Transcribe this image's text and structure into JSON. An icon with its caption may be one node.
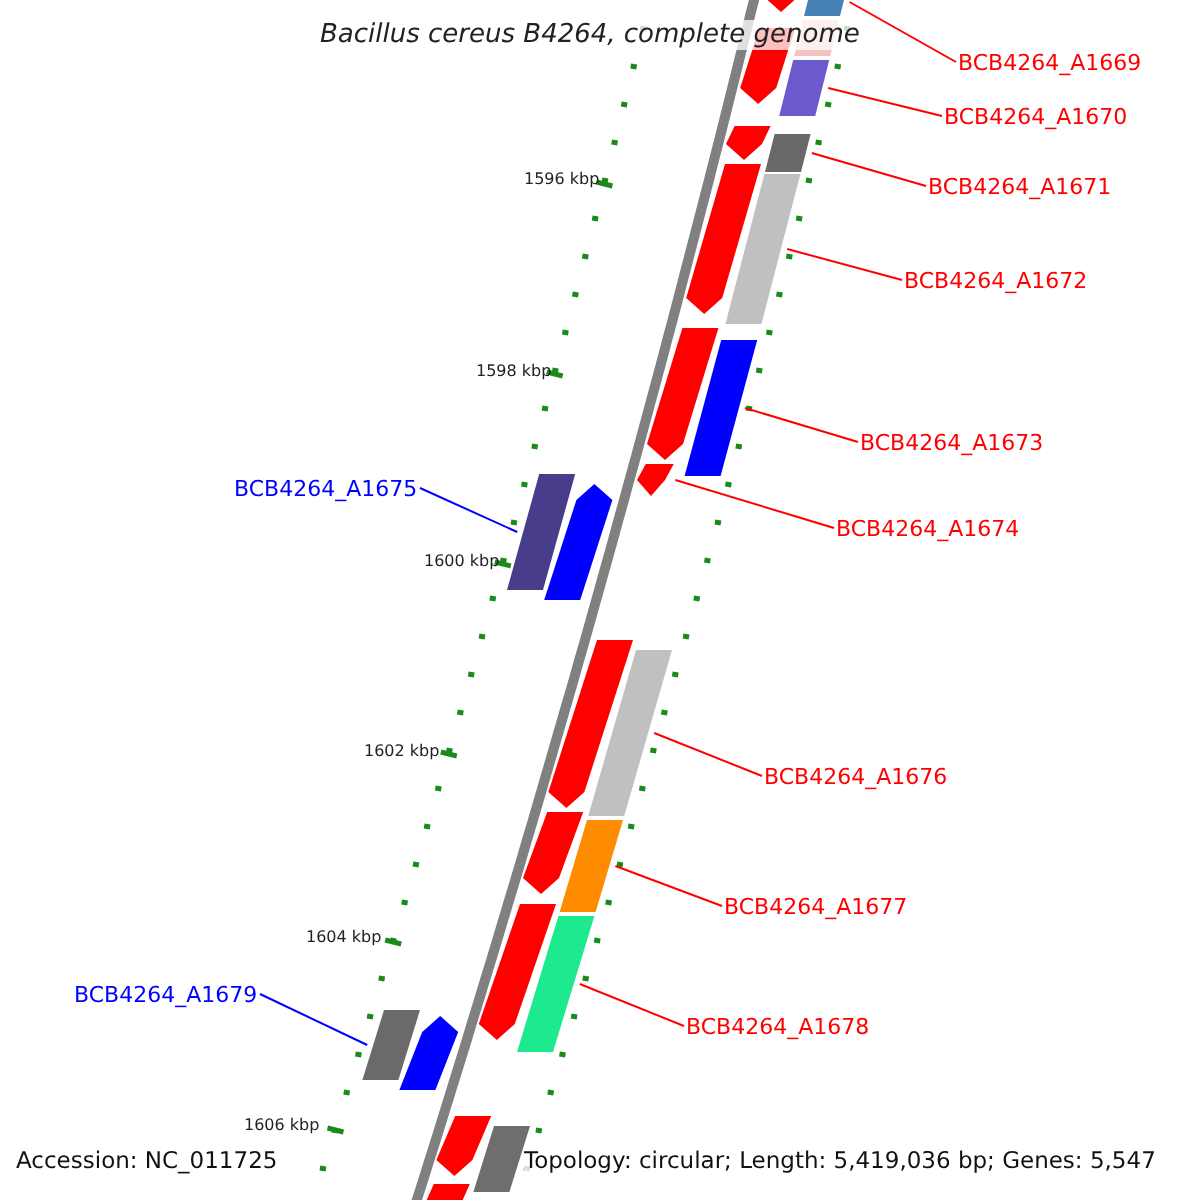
{
  "diagram": {
    "title": "Bacillus cereus B4264, complete genome",
    "nodes": [
      {
        "text": [
          "BCB4264_A1669"
        ]
      },
      {
        "text": [],
        "shape": "bar"
      },
      {
        "text": [
          "BCB4264_A1670"
        ]
      },
      {
        "text": [],
        "shape": "bar"
      },
      {
        "text": [
          "BCB4264_A1671"
        ]
      },
      {
        "text": [],
        "shape": "bar"
      },
      {
        "text": [
          "BCB4264_A1672"
        ]
      },
      {
        "text": [],
        "shape": "bar"
      },
      {
        "text": [
          "BCB4264_A1673"
        ]
      },
      {
        "text": [],
        "shape": "bar"
      },
      {
        "text": [
          "BCB4264_A1674"
        ]
      },
      {
        "text": [],
        "shape": "arrow"
      },
      {
        "text": [
          "BCB4264_A1675"
        ]
      },
      {
        "text": [],
        "shape": "bar"
      },
      {
        "text": [
          "BCB4264_A1676"
        ]
      },
      {
        "text": [],
        "shape": "bar"
      },
      {
        "text": [
          "BCB4264_A1677"
        ]
      },
      {
        "text": [],
        "shape": "bar"
      },
      {
        "text": [
          "BCB4264_A1678"
        ]
      },
      {
        "text": [],
        "shape": "bar"
      },
      {
        "text": [
          "BCB4264_A1679"
        ]
      },
      {
        "text": [],
        "shape": "bar"
      },
      {
        "text": [],
        "shape": "arrow"
      },
      {
        "text": [],
        "shape": "arrow"
      },
      {
        "text": [],
        "shape": "arrow"
      },
      {
        "text": [],
        "shape": "arrow"
      },
      {
        "text": [],
        "shape": "arrow"
      },
      {
        "text": [],
        "shape": "arrow"
      },
      {
        "text": [],
        "shape": "arrow"
      },
      {
        "text": [],
        "shape": "arrow"
      },
      {
        "text": [],
        "shape": "arrow"
      },
      {
        "text": [],
        "shape": "arrow"
      },
      {
        "text": [],
        "shape": "bar"
      },
      {
        "text": [],
        "shape": "bar"
      },
      {
        "text": [],
        "shape": "arrow"
      },
      {
        "text": [],
        "shape": "arrow"
      }
    ],
    "edges": [
      {
        "from": 0,
        "to": 1,
        "arrow": "none"
      },
      {
        "from": 2,
        "to": 3,
        "arrow": "none"
      },
      {
        "from": 4,
        "to": 5,
        "arrow": "none"
      },
      {
        "from": 6,
        "to": 7,
        "arrow": "none"
      },
      {
        "from": 8,
        "to": 9,
        "arrow": "none"
      },
      {
        "from": 10,
        "to": 11,
        "arrow": "none"
      },
      {
        "from": 12,
        "to": 13,
        "arrow": "none",
        "color": "#0000ff"
      },
      {
        "from": 14,
        "to": 15,
        "arrow": "none"
      },
      {
        "from": 16,
        "to": 17,
        "arrow": "none"
      },
      {
        "from": 18,
        "to": 19,
        "arrow": "none"
      },
      {
        "from": 20,
        "to": 21,
        "arrow": "none",
        "color": "#0000ff"
      }
    ],
    "labels": [
      "1596 kbp",
      "1598 kbp",
      "1600 kbp",
      "1602 kbp",
      "1604 kbp",
      "1606 kbp",
      "Accession: NC_011725",
      "Topology: circular; Length: 5,419,036 bp; Genes: 5,547"
    ]
  }
}
